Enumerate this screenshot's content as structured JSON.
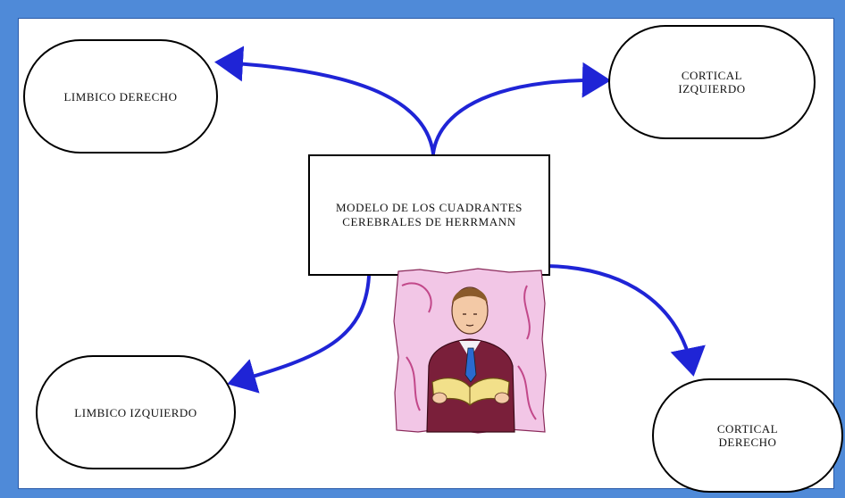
{
  "center": {
    "line1": "MODELO DE LOS CUADRANTES",
    "line2": "CEREBRALES DE HERRMANN"
  },
  "nodes": {
    "limbico_derecho": "LIMBICO DERECHO",
    "cortical_izquierdo_1": "CORTICAL",
    "cortical_izquierdo_2": "IZQUIERDO",
    "limbico_izquierdo": "LIMBICO IZQUIERDO",
    "cortical_derecho_1": "CORTICAL",
    "cortical_derecho_2": "DERECHO"
  },
  "colors": {
    "frame": "#4f8ad8",
    "arrow": "#1f24d6",
    "clipart_background": "#f2c6e6",
    "clipart_suit": "#7a1f3a"
  },
  "icons": {
    "clipart": "man-reading-book-illustration"
  }
}
